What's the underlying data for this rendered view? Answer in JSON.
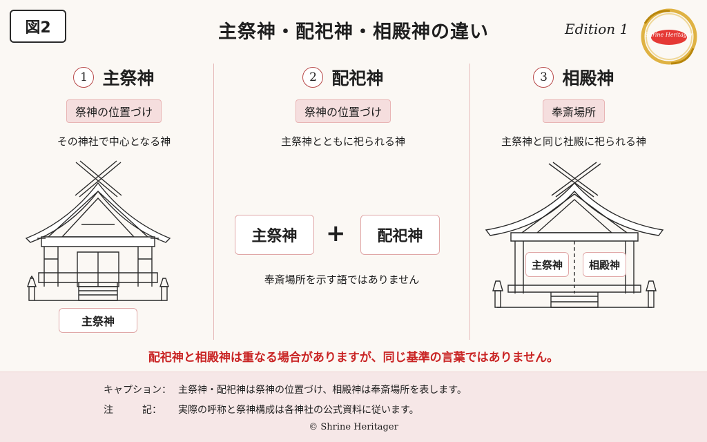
{
  "figure_label": "図2",
  "title": "主祭神・配祀神・相殿神の違い",
  "edition": "Edition 1",
  "seal_text": "Shrine Heritager",
  "columns": [
    {
      "num": "1",
      "title": "主祭神",
      "tag": "祭神の位置づけ",
      "desc": "その神社で中心となる神",
      "caption": "主祭神"
    },
    {
      "num": "2",
      "title": "配祀神",
      "tag": "祭神の位置づけ",
      "desc": "主祭神とともに祀られる神",
      "left_box": "主祭神",
      "plus": "+",
      "right_box": "配祀神",
      "note": "奉斎場所を示す語ではありません"
    },
    {
      "num": "3",
      "title": "相殿神",
      "tag": "奉斎場所",
      "desc": "主祭神と同じ社殿に祀られる神",
      "left_box": "主祭神",
      "right_box": "相殿神"
    }
  ],
  "warning": "配祀神と相殿神は重なる場合がありますが、同じ基準の言葉ではありません。",
  "footer": {
    "caption_key": "キャプション：",
    "caption_val": "主祭神・配祀神は祭神の位置づけ、相殿神は奉斎場所を表します。",
    "note_key": "注　　　記：",
    "note_val": "実際の呼称と祭神構成は各神社の公式資料に従います。",
    "copyright": "© Shrine Heritager"
  },
  "colors": {
    "accent": "#c92424",
    "pink_fill": "#f5dede",
    "pink_border": "#e0a7a7",
    "footer_bg": "#f6e7e7",
    "seal_gold": "#d9a623"
  }
}
